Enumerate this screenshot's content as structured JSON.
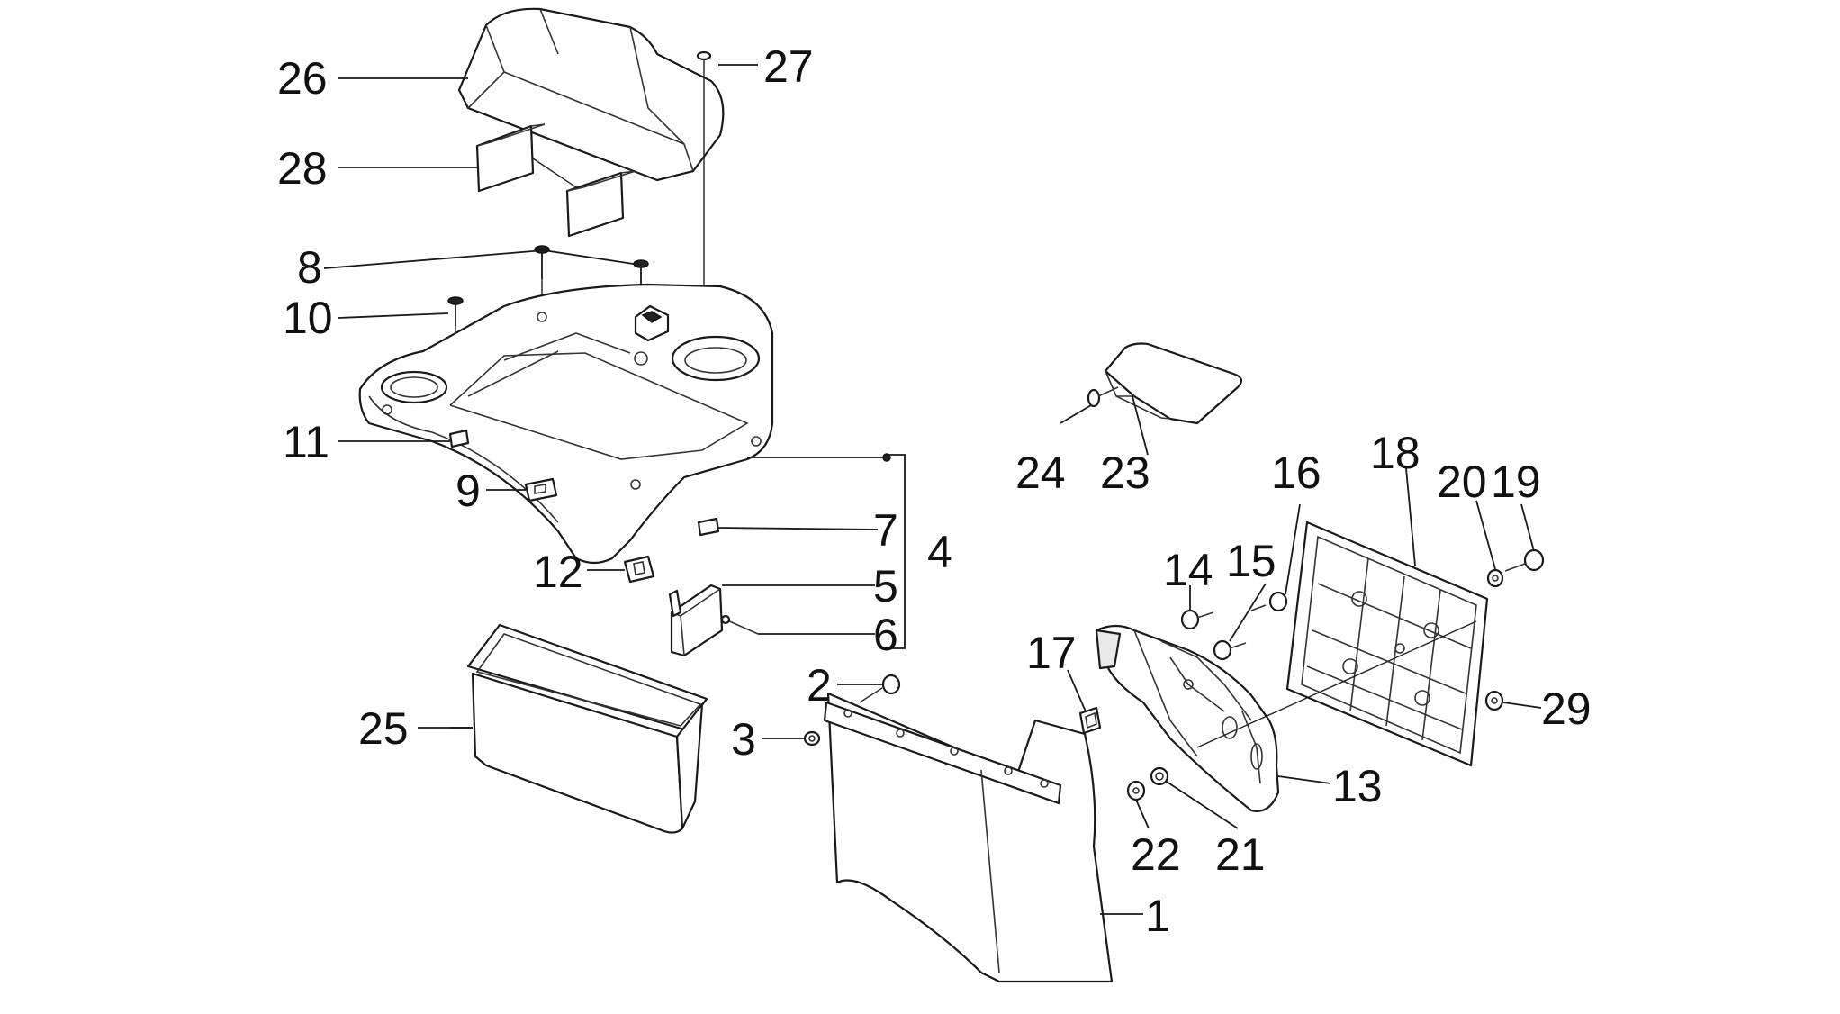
{
  "labels": {
    "p1": "1",
    "p2": "2",
    "p3": "3",
    "p4": "4",
    "p5": "5",
    "p6": "6",
    "p7": "7",
    "p8": "8",
    "p9": "9",
    "p10": "10",
    "p11": "11",
    "p12": "12",
    "p13": "13",
    "p14": "14",
    "p15": "15",
    "p16": "16",
    "p17": "17",
    "p18": "18",
    "p19": "19",
    "p20": "20",
    "p21": "21",
    "p22": "22",
    "p23": "23",
    "p24": "24",
    "p25": "25",
    "p26": "26",
    "p27": "27",
    "p28": "28",
    "p29": "29"
  },
  "colors": {
    "line": "#1a1a1a",
    "background": "#ffffff",
    "shade": "#e9e9e9"
  }
}
